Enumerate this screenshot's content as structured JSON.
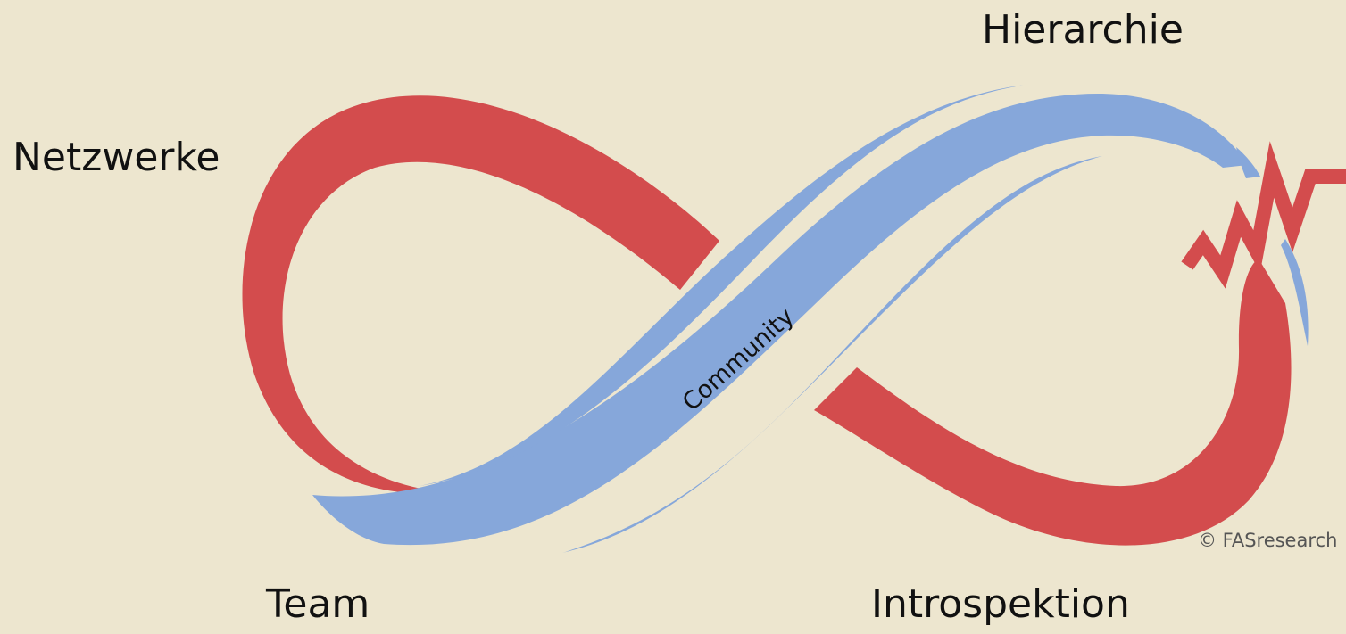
{
  "labels": {
    "netzwerke": "Netzwerke",
    "hierarchie": "Hierarchie",
    "team": "Team",
    "introspektion": "Introspektion",
    "community": "Community"
  },
  "copyright": "© FASresearch",
  "colors": {
    "background": "#ede6cf",
    "red_band": "#d34c4d",
    "blue_band": "#86a7da",
    "text": "#111111"
  }
}
